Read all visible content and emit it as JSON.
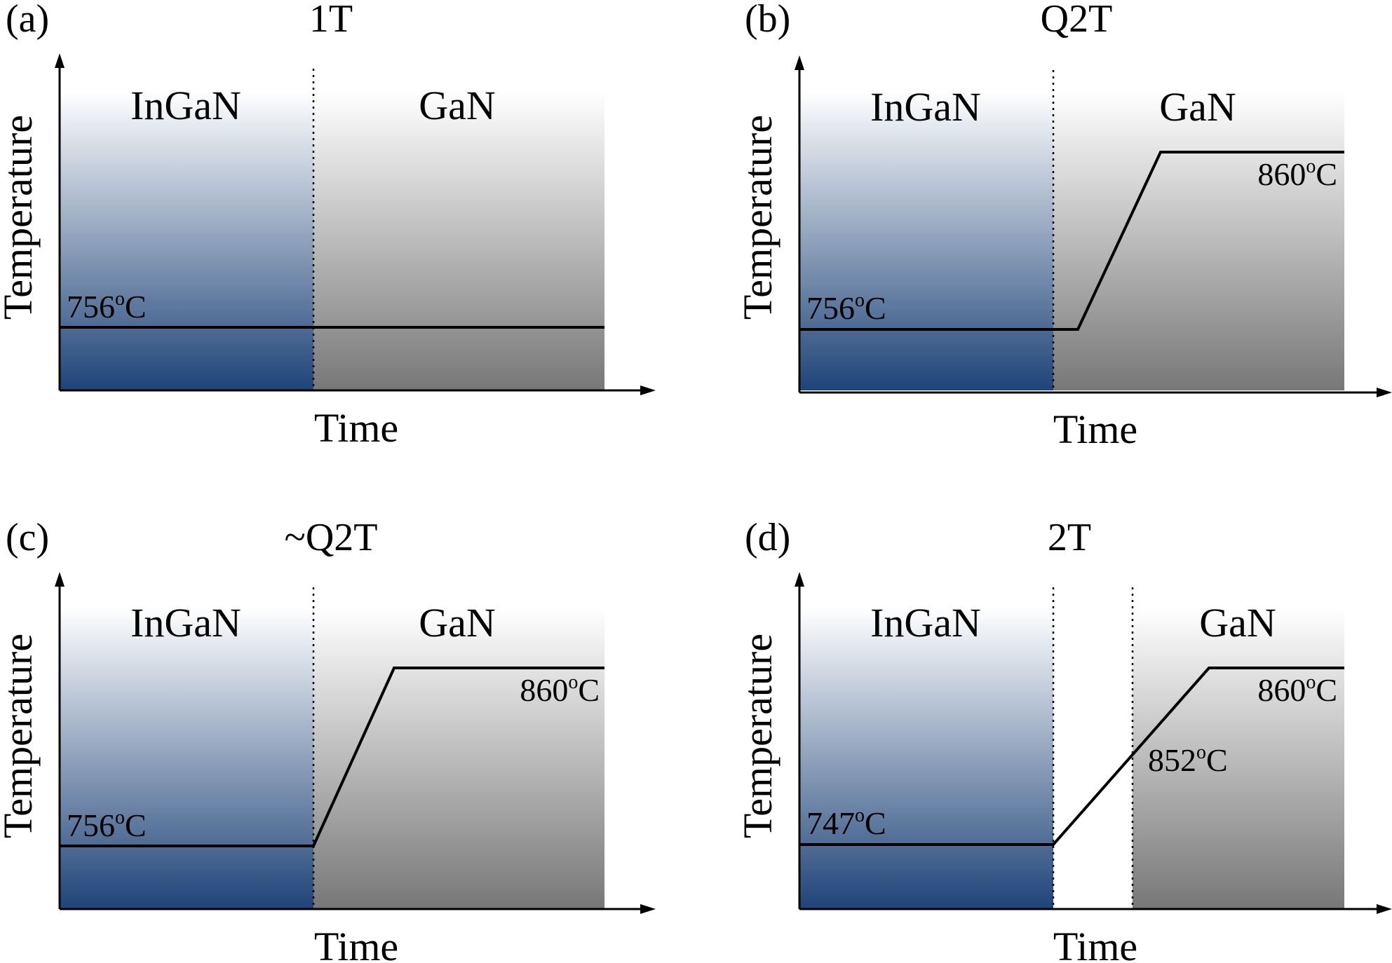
{
  "figure": {
    "colors": {
      "ingan_top": "#ffffff",
      "ingan_bottom": "#1f4478",
      "gan_top": "#ffffff",
      "gan_bottom": "#777777",
      "line": "#000000"
    },
    "panels": [
      {
        "label": "(a)",
        "title": "1T",
        "ingan_label": "InGaN",
        "gan_label": "GaN",
        "xlabel": "Time",
        "ylabel": "Temperature",
        "temps": [
          {
            "text": "756",
            "unit": "oC",
            "value_c": 756
          }
        ]
      },
      {
        "label": "(b)",
        "title": "Q2T",
        "ingan_label": "InGaN",
        "gan_label": "GaN",
        "xlabel": "Time",
        "ylabel": "Temperature",
        "temps": [
          {
            "text": "756",
            "unit": "oC",
            "value_c": 756
          },
          {
            "text": "860",
            "unit": "oC",
            "value_c": 860
          }
        ]
      },
      {
        "label": "(c)",
        "title": "~Q2T",
        "ingan_label": "InGaN",
        "gan_label": "GaN",
        "xlabel": "Time",
        "ylabel": "Temperature",
        "temps": [
          {
            "text": "756",
            "unit": "oC",
            "value_c": 756
          },
          {
            "text": "860",
            "unit": "oC",
            "value_c": 860
          }
        ]
      },
      {
        "label": "(d)",
        "title": "2T",
        "ingan_label": "InGaN",
        "gan_label": "GaN",
        "xlabel": "Time",
        "ylabel": "Temperature",
        "temps": [
          {
            "text": "747",
            "unit": "oC",
            "value_c": 747
          },
          {
            "text": "852",
            "unit": "oC",
            "value_c": 852
          },
          {
            "text": "860",
            "unit": "oC",
            "value_c": 860
          }
        ]
      }
    ]
  }
}
